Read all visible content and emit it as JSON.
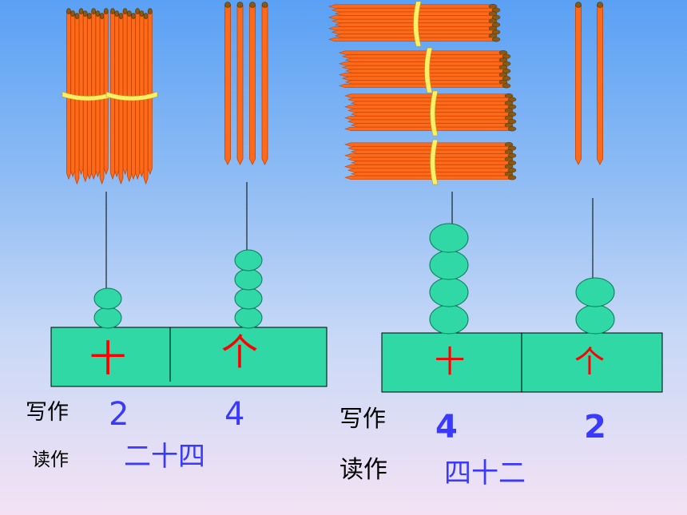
{
  "colors": {
    "stick": "#ff6a1a",
    "stick_edge": "#c64400",
    "stick_end": "#8a5a14",
    "tie": "#ffee66",
    "bead": "#2fd8a4",
    "bead_edge": "#0a7a5a",
    "board": "#2fd8a4",
    "digits": "#3a3aff",
    "place_labels": "#ff0000"
  },
  "left": {
    "bundles_of_ten": 2,
    "single_sticks": 4,
    "tens_beads": 2,
    "ones_beads": 4,
    "tens_label": "十",
    "ones_label": "个",
    "write_label": "写作",
    "tens_digit": "2",
    "ones_digit": "4",
    "read_label": "读作",
    "reading": "二十四"
  },
  "right": {
    "bundles_of_ten": 4,
    "single_sticks": 2,
    "tens_beads": 4,
    "ones_beads": 2,
    "tens_label": "十",
    "ones_label": "个",
    "write_label": "写作",
    "tens_digit": "4",
    "ones_digit": "2",
    "read_label": "读作",
    "reading": "四十二"
  }
}
